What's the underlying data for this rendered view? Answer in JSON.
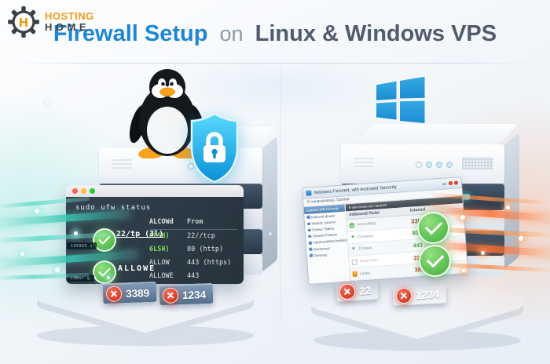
{
  "header": {
    "logo": {
      "monogram": "H",
      "brand_top": "HOSTING",
      "brand_bottom": "HOME"
    },
    "title": {
      "highlight": "Firewall Setup",
      "connector": "on",
      "rest": "Linux & Windows VPS"
    }
  },
  "colors": {
    "title_blue": "#1e86d4",
    "title_dark": "#505c6d",
    "brand_orange": "#f59b1b",
    "allow_green": "#3fae3a",
    "deny_red": "#cf2a16",
    "shield_blue": "#0a90d8",
    "windows_blue": "#2a9fe0",
    "linux_badge_steel": "#53708e",
    "windows_badge_rust": "#874f45"
  },
  "linux_side": {
    "terminal": {
      "traffic_lights": [
        "close",
        "minimize",
        "zoom"
      ],
      "command": "sudo ufw status",
      "columns": [
        "ALCOWd",
        "From"
      ],
      "rows": [
        {
          "action": "6LSH)",
          "from": "22//tcp"
        },
        {
          "action": "6LSH)",
          "from": "80 (http)"
        },
        {
          "action": "ALLOW",
          "from": "443 (https)"
        },
        {
          "action": "ALLOWE",
          "from": "443"
        }
      ],
      "callout_1": {
        "tag": "199989 s",
        "label": "22/tp (3l)"
      },
      "callout_2": {
        "tag": "L0Bur g",
        "label": "ALLOWE"
      }
    },
    "blocked_badges": [
      {
        "port": "3389"
      },
      {
        "port": "1234"
      }
    ]
  },
  "windows_side": {
    "firewall_window": {
      "titlebar": "Nealows Fironed, wth Avansed Security",
      "menubar": "6 nananananas; Danbat",
      "window_controls": [
        "minimize",
        "close",
        "close"
      ],
      "sidebar_header": "Getwes WR Fironsty",
      "sidebar_items": [
        {
          "label": "Imbovnd dnand"
        },
        {
          "label": "Wstvds Lsbonet"
        },
        {
          "label": "Ovtnes Tbdets"
        },
        {
          "label": "Dstwivk Fvdevst"
        },
        {
          "label": "Ingrpewstetbw bwndete"
        },
        {
          "label": "Dnestment"
        },
        {
          "label": "Denteng"
        }
      ],
      "panel_header": "6 wanzeses tan nanessf",
      "table_columns": [
        "Intbound Ruler",
        "Intaned"
      ],
      "rules": [
        {
          "icon": "allow-circle-check",
          "name": "sonectMgy",
          "port": "3389",
          "suffix": "/ Cup"
        },
        {
          "icon": "program-burst",
          "name": "Connees",
          "port": "80",
          "suffix": "| HTTP |"
        },
        {
          "icon": "program-burst",
          "name": "Conses",
          "port": "443",
          "suffix": "HTTPS |"
        },
        {
          "icon": "disabled-checkbox",
          "name": "Deterrines",
          "port": "22",
          "suffix": "(19990)"
        },
        {
          "icon": "warning-shield",
          "name": "Lases",
          "port": "385",
          "suffix": "| / Cqp"
        }
      ]
    },
    "blocked_badges": [
      {
        "port": "22"
      },
      {
        "port": "1234"
      }
    ]
  }
}
